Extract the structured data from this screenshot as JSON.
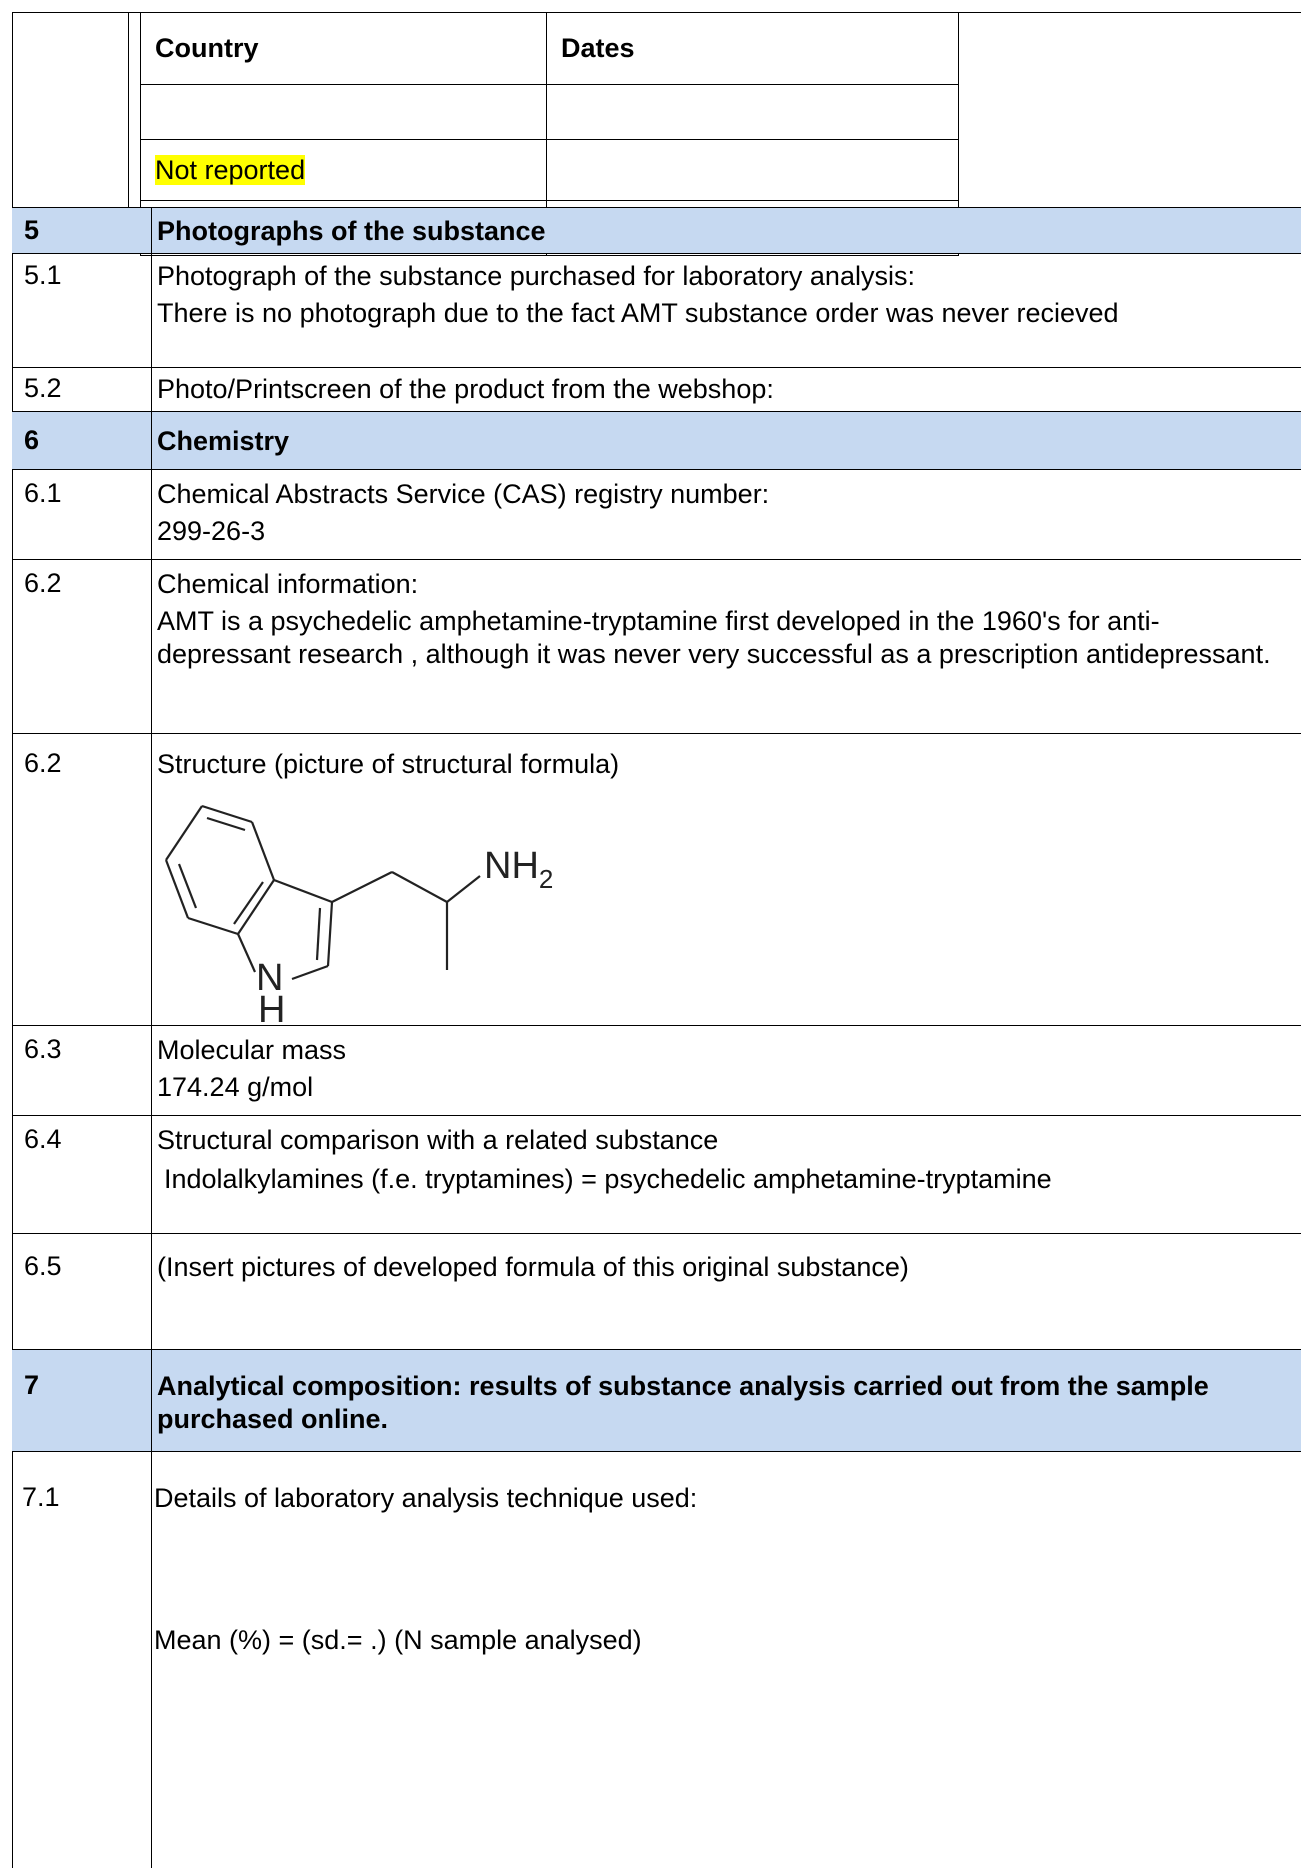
{
  "country_table": {
    "headers": [
      "Country",
      "Dates"
    ],
    "rows": [
      [
        "",
        ""
      ],
      [
        "Not reported",
        ""
      ],
      [
        "",
        ""
      ]
    ]
  },
  "sections": {
    "s5": {
      "num": "5",
      "title": "Photographs of the substance"
    },
    "r5_1": {
      "num": "5.1",
      "label": "Photograph of the substance purchased for laboratory analysis:",
      "value": "There is no photograph due to the fact AMT substance order was never recieved"
    },
    "r5_2": {
      "num": "5.2",
      "label": "Photo/Printscreen of the product from the webshop:"
    },
    "s6": {
      "num": "6",
      "title": "Chemistry"
    },
    "r6_1": {
      "num": "6.1",
      "label": "Chemical Abstracts Service (CAS) registry number:",
      "value": "299-26-3"
    },
    "r6_2a": {
      "num": "6.2",
      "label": "Chemical information:",
      "value": "AMT is a psychedelic amphetamine-tryptamine first developed in the 1960's for anti-depressant research , although it was never very successful as a prescription antidepressant."
    },
    "r6_2b": {
      "num": "6.2",
      "label": "Structure (picture of structural formula)",
      "atom_nh2": "NH",
      "atom_nh2_sub": "2",
      "atom_n": "N",
      "atom_h": "H"
    },
    "r6_3": {
      "num": "6.3",
      "label": "Molecular mass",
      "value": "174.24 g/mol"
    },
    "r6_4": {
      "num": "6.4",
      "label": "Structural comparison with a related substance",
      "value": "Indolalkylamines (f.e. tryptamines) = psychedelic amphetamine-tryptamine"
    },
    "r6_5": {
      "num": "6.5",
      "label": "(Insert pictures of developed formula of this original substance)"
    },
    "s7": {
      "num": "7",
      "title": "Analytical composition: results of substance analysis carried out from the sample purchased online."
    },
    "r7_1": {
      "num": "7.1",
      "label": "Details of laboratory analysis technique used:",
      "value": "Mean (%) =  (sd.= .) (N sample analysed)"
    }
  },
  "colors": {
    "section_shade": "#c6d9f1",
    "highlight": "#ffff00"
  }
}
